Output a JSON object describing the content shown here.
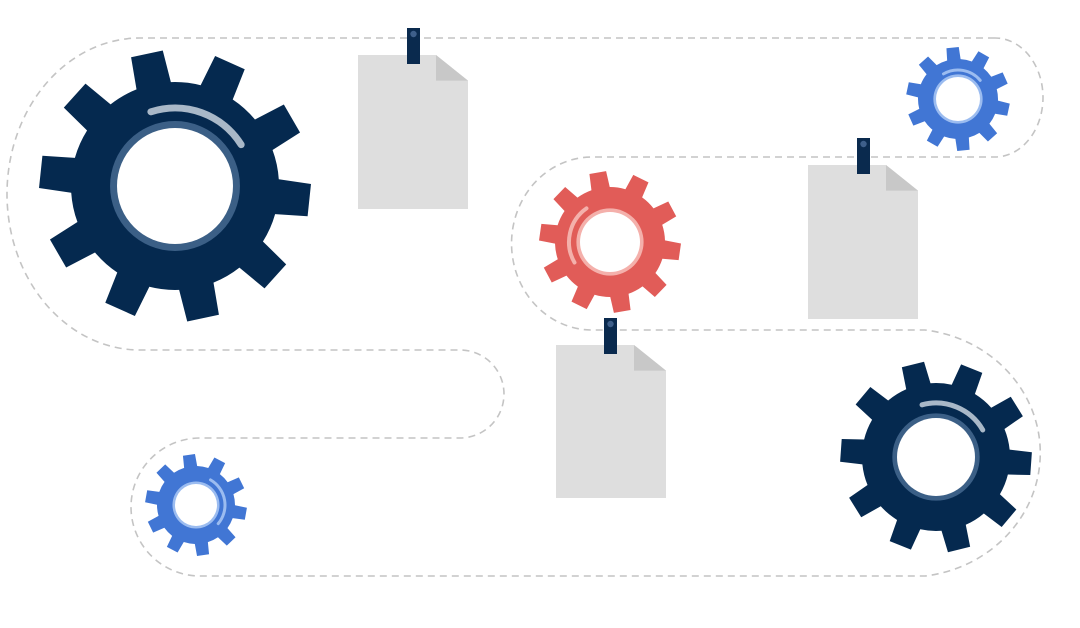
{
  "colors": {
    "background": "#ffffff",
    "path": "#c4c4c4",
    "navy": "#05294f",
    "navy_ring": "#3b5f86",
    "navy_arc": "#a9b8c8",
    "blue": "#4176d4",
    "blue_ring": "#9bbcf0",
    "red": "#e15c58",
    "red_ring": "#f4b0ab",
    "paper": "#dedede",
    "paper_fold": "#c8c8c8",
    "clip": "#0a2a4e",
    "clip_dot": "#3e5f8a"
  },
  "gears": [
    {
      "id": "navy-large-gear",
      "color": "navy",
      "size": "large"
    },
    {
      "id": "blue-small-gear-top",
      "color": "blue",
      "size": "small"
    },
    {
      "id": "red-medium-gear",
      "color": "red",
      "size": "medium"
    },
    {
      "id": "navy-large-gear-bottom",
      "color": "navy",
      "size": "large"
    },
    {
      "id": "blue-small-gear-bottom",
      "color": "blue",
      "size": "small"
    }
  ],
  "documents": [
    {
      "id": "document-1"
    },
    {
      "id": "document-2"
    },
    {
      "id": "document-3"
    }
  ]
}
